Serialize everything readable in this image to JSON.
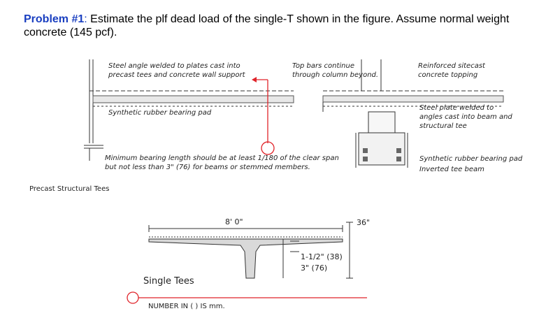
{
  "problem": {
    "label": "Problem #1",
    "colon": ":",
    "text": " Estimate the plf dead load of the single-T shown in the figure.  Assume normal weight concrete (145 pcf)."
  },
  "figure": {
    "notes": {
      "steel_angle": [
        "Steel angle welded to plates cast into",
        "precast tees and concrete wall support"
      ],
      "synthetic_pad_left": "Synthetic rubber bearing pad",
      "min_bearing": [
        "Minimum bearing length should be at least 1/180 of the clear span",
        "but not less than 3\" (76) for beams or stemmed members."
      ],
      "top_bars": [
        "Top bars continue",
        "through column beyond."
      ],
      "reinforced_topping": [
        "Reinforced sitecast",
        "concrete topping"
      ],
      "steel_plate": [
        "Steel plate welded to",
        "angles cast into beam and",
        "structural tee"
      ],
      "synthetic_pad_right": "Synthetic rubber bearing pad",
      "inverted_tee": "Inverted tee beam"
    },
    "section_title": "Precast Structural Tees",
    "dims": {
      "width": "8' 0\"",
      "depth": "36\"",
      "flange_1": "1-1/2\" (38)",
      "flange_2": "3\" (76)"
    },
    "single_tees_label": "Single Tees",
    "footnote": "NUMBER IN ( ) IS mm.",
    "accent_color": "#e0242a",
    "title_color": "#1a3fc0"
  }
}
